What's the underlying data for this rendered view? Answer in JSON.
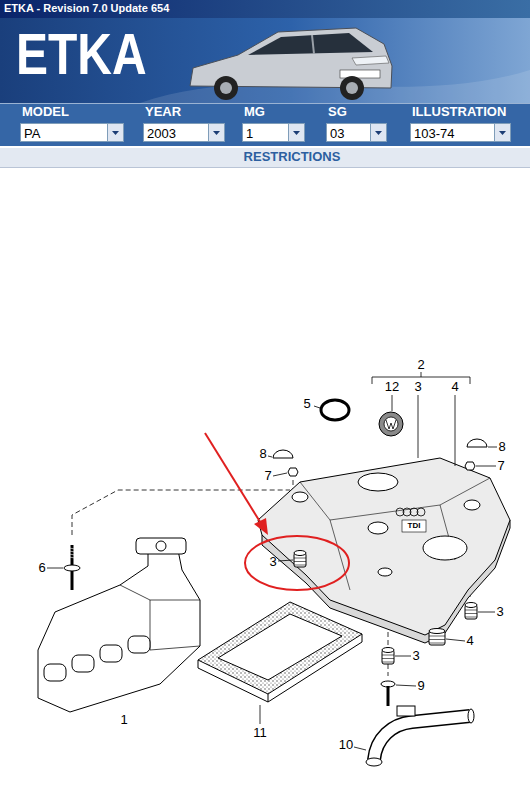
{
  "diagram": {
    "title": "ETKA - Revision 7.0 Update 654",
    "nodes": [
      {
        "text": [
          "PA"
        ]
      },
      {
        "text": [
          "2003"
        ]
      },
      {
        "text": [
          "1"
        ]
      },
      {
        "text": [
          "03"
        ]
      },
      {
        "text": [
          "103-74"
        ]
      }
    ],
    "labels": [
      "ETKA",
      "MODEL",
      "YEAR",
      "MG",
      "SG",
      "ILLUSTRATION",
      "RESTRICTIONS",
      "TDI",
      "2",
      "12",
      "3",
      "4",
      "5",
      "8",
      "8",
      "7",
      "7",
      "6",
      "3",
      "3",
      "4",
      "3",
      "9",
      "1",
      "11",
      "10"
    ]
  }
}
